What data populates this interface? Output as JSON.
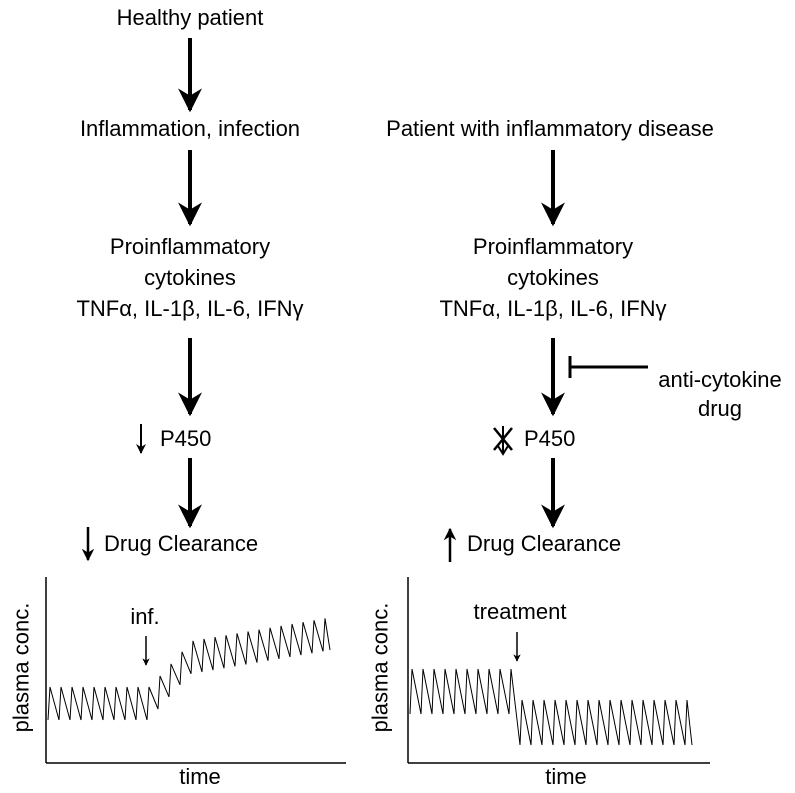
{
  "left": {
    "start": "Healthy patient",
    "trigger": "Inflammation, infection",
    "cytokines": [
      "Proinflammatory",
      "cytokines",
      "TNFα, IL-1β, IL-6, IFNγ"
    ],
    "p450": "P450",
    "clearance": "Drug Clearance",
    "graph": {
      "ylabel": "plasma conc.",
      "xlabel": "time",
      "annotation": "inf."
    }
  },
  "right": {
    "start": "Patient with inflammatory disease",
    "cytokines": [
      "Proinflammatory",
      "cytokines",
      "TNFα, IL-1β, IL-6, IFNγ"
    ],
    "inhibitor": [
      "anti-cytokine",
      "drug"
    ],
    "p450": "P450",
    "clearance": "Drug Clearance",
    "graph": {
      "ylabel": "plasma conc.",
      "xlabel": "time",
      "annotation": "treatment"
    }
  },
  "icons": {
    "p450_left": "down-arrow-icon",
    "clearance_left": "down-arrow-icon",
    "p450_right": "crossed-arrow-icon",
    "clearance_right": "up-arrow-icon"
  }
}
